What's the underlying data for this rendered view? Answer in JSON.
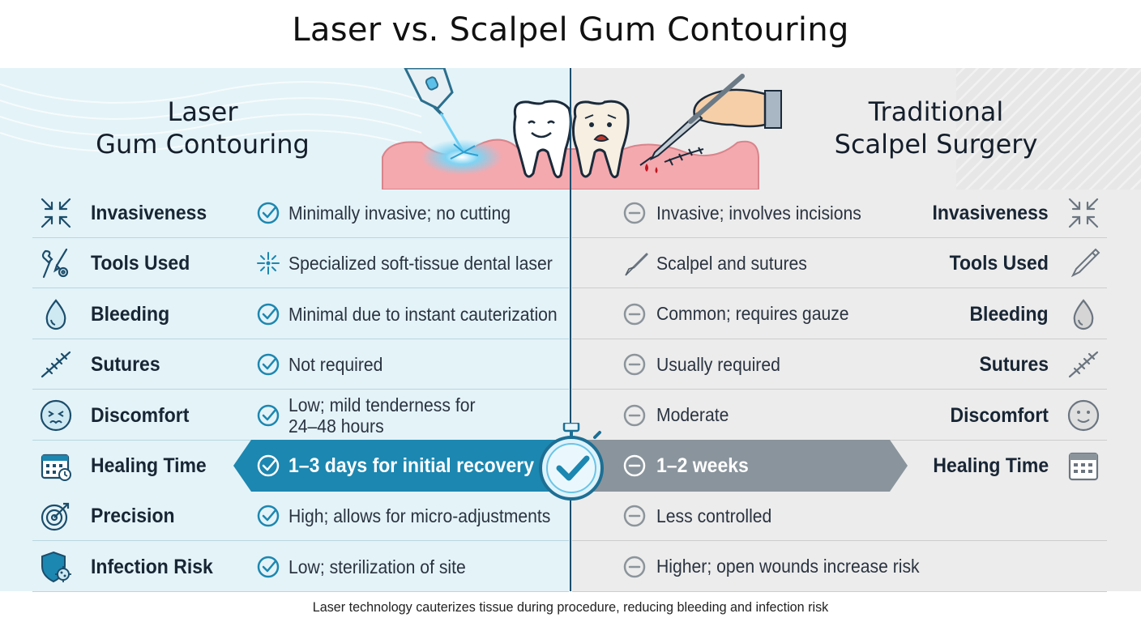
{
  "title": "Laser vs. Scalpel Gum Contouring",
  "left_heading": [
    "Laser",
    "Gum Contouring"
  ],
  "right_heading": [
    "Traditional",
    "Scalpel Surgery"
  ],
  "rows": [
    {
      "label": "Invasiveness",
      "left": [
        "Minimally invasive; no cutting"
      ],
      "right": "Invasive; involves incisions",
      "left_icon": "check-icon",
      "right_icon": "minus-icon",
      "cat_icon": "compress-arrows-icon"
    },
    {
      "label": "Tools Used",
      "left": [
        "Specialized soft-tissue dental laser"
      ],
      "right": "Scalpel and sutures",
      "left_icon": "laser-burst-icon",
      "right_icon": "scalpel-icon",
      "cat_icon": "tools-icon"
    },
    {
      "label": "Bleeding",
      "left": [
        "Minimal due to instant cauterization"
      ],
      "right": "Common; requires gauze",
      "left_icon": "check-icon",
      "right_icon": "minus-icon",
      "cat_icon": "drop-icon"
    },
    {
      "label": "Sutures",
      "left": [
        "Not required"
      ],
      "right": "Usually required",
      "left_icon": "check-icon",
      "right_icon": "minus-icon",
      "cat_icon": "suture-icon"
    },
    {
      "label": "Discomfort",
      "left": [
        "Low; mild tenderness for",
        "24–48 hours"
      ],
      "right": "Moderate",
      "left_icon": "check-icon",
      "right_icon": "minus-icon",
      "cat_icon": "face-icon"
    },
    {
      "label": "Healing Time",
      "left": [
        "1–3 days for initial recovery"
      ],
      "right": "1–2 weeks",
      "left_icon": "check-icon",
      "right_icon": "minus-icon",
      "cat_icon": "calendar-icon"
    },
    {
      "label": "Precision",
      "left": [
        "High; allows for micro-adjustments"
      ],
      "right": "Less controlled",
      "left_icon": "check-icon",
      "right_icon": "minus-icon",
      "cat_icon": "target-icon"
    },
    {
      "label": "Infection Risk",
      "left": [
        "Low; sterilization of site"
      ],
      "right": "Higher; open wounds increase risk",
      "left_icon": "check-icon",
      "right_icon": "minus-icon",
      "cat_icon": "shield-germ-icon"
    }
  ],
  "footer": "Laser technology cauterizes tissue during procedure, reducing bleeding and infection risk",
  "colors": {
    "laser_accent": "#1c87b0",
    "scalpel_accent": "#8a949c",
    "heading": "#141e2b"
  }
}
